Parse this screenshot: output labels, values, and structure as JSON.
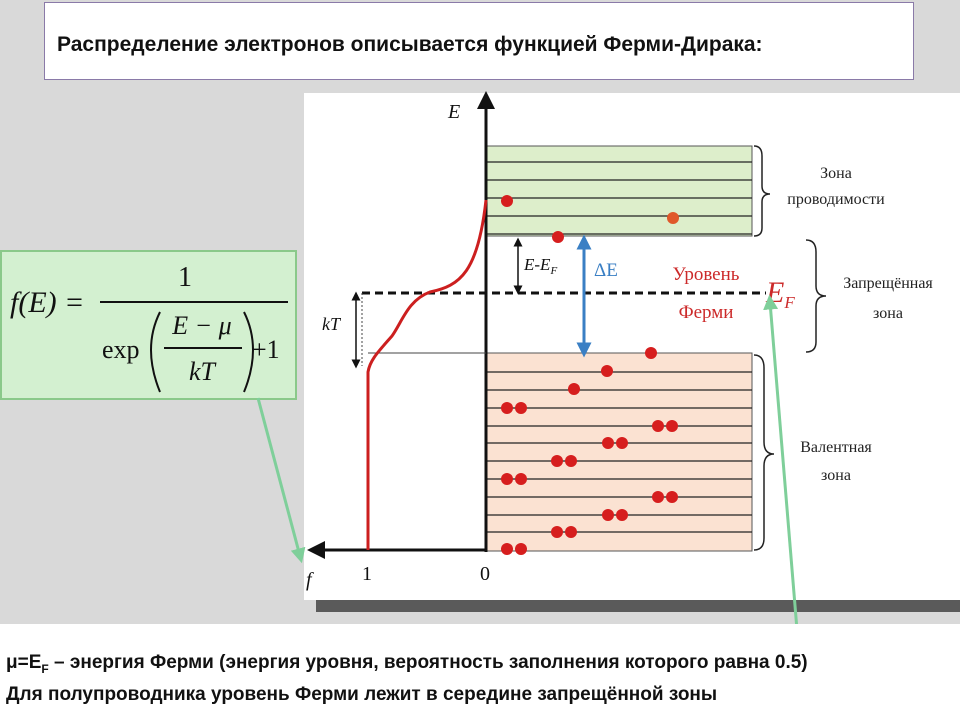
{
  "slide_title": "Распределение электронов описывается функцией Ферми-Дирака:",
  "diagram": {
    "energy_axis_label": "E",
    "f_axis_label": "f",
    "tick_one": "1",
    "tick_zero": "0",
    "conduction_band_label": [
      "Зона",
      "проводимости"
    ],
    "forbidden_band_label": [
      "Запрещённая",
      "зона"
    ],
    "valence_band_label": [
      "Валентная",
      "зона"
    ],
    "fermi_level_label": [
      "Уровень",
      "Ферми"
    ],
    "fermi_symbol": "E",
    "fermi_symbol_sub": "F",
    "delta_e_label": "ΔE",
    "e_minus_ef_label": "E-E",
    "e_minus_ef_sub": "F",
    "kt_label": "kT",
    "colors": {
      "conduction_band_fill": "#ddeecb",
      "valence_band_fill": "#fbe2d2",
      "electron": "#d61e1e",
      "hole_electron": "#e0582a",
      "fermi_curve": "#cc1f1f",
      "fermi_text": "#cc2a2a",
      "delta_arrow": "#3a7fc4",
      "pointer_green": "#7fcf9a"
    }
  },
  "formula": {
    "lhs": "f(E) =",
    "numerator": "1",
    "exp": "exp",
    "frac_top": "E − μ",
    "frac_bottom": "kT",
    "plus_one": "+1"
  },
  "notes": {
    "line1_mu": "μ=E",
    "line1_sub": "F",
    "line1_rest": " – энергия Ферми (энергия уровня, вероятность заполнения которого равна 0.5)",
    "line2": "Для полупроводника уровень Ферми лежит в середине запрещённой зоны"
  }
}
